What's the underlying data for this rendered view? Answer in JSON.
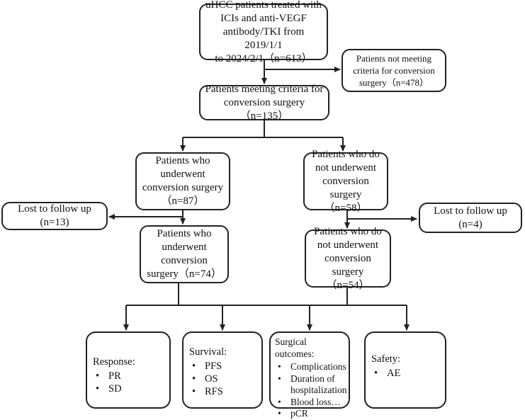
{
  "nodes": {
    "start": "uHCC patients treated with\nICIs and anti-VEGF\nantibody/TKI from 2019/1/1\nto 2024/2/1（n=613）",
    "excluded": "Patients not meeting\ncriteria for conversion\nsurgery（n=478）",
    "meeting": "Patients meeting criteria for\nconversion surgery（n=135）",
    "surgery": "Patients who\nunderwent\nconversion surgery\n（n=87）",
    "no_surgery": "Patients who do\nnot underwent\nconversion surgery\n（n=58）",
    "lost_left": "Lost to follow up (n=13)",
    "lost_right": "Lost to follow up (n=4)",
    "surgery_final": "Patients who\nunderwent\nconversion\nsurgery（n=74）",
    "no_surgery_final": "Patients who do\nnot underwent\nconversion surgery\n（n=54）"
  },
  "outcomes": [
    {
      "title": "Response:",
      "items": [
        "PR",
        "SD"
      ]
    },
    {
      "title": "Survival:",
      "items": [
        "PFS",
        "OS",
        "RFS"
      ]
    },
    {
      "title": "Surgical outcomes:",
      "items": [
        "Complications",
        "Duration of hospitalization",
        "Blood loss…",
        "pCR"
      ]
    },
    {
      "title": "Safety:",
      "items": [
        "AE"
      ]
    }
  ]
}
